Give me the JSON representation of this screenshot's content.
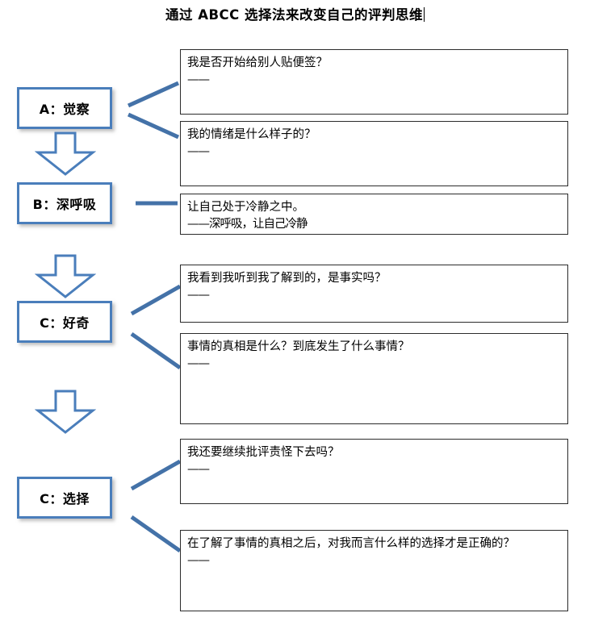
{
  "document": {
    "title": "通过 ABCC 选择法来改变自己的评判思维",
    "title_has_caret": true
  },
  "theme": {
    "accent_blue": "#4A7EBB",
    "connector_blue": "#4472A8",
    "box_border": "#2B2B2B",
    "page_background": "#FFFFFF",
    "text_color": "#000000"
  },
  "stages": [
    {
      "id": "a-awareness",
      "label": "A：觉察"
    },
    {
      "id": "b-deep-breath",
      "label": "B：深呼吸"
    },
    {
      "id": "c-curiosity",
      "label": "C：好奇"
    },
    {
      "id": "c-choice",
      "label": "C：选择"
    }
  ],
  "arrows": [
    {
      "id": "arrow-a-to-b",
      "direction": "down"
    },
    {
      "id": "arrow-b-to-c",
      "direction": "down"
    },
    {
      "id": "arrow-c-to-c",
      "direction": "down"
    }
  ],
  "prompts": [
    {
      "id": "prompt-labeling",
      "stage": "a-awareness",
      "lines": [
        "我是否开始给别人贴便签？",
        "——"
      ]
    },
    {
      "id": "prompt-emotion",
      "stage": "a-awareness",
      "lines": [
        "我的情绪是什么样子的？",
        "——"
      ]
    },
    {
      "id": "prompt-calm",
      "stage": "b-deep-breath",
      "lines": [
        "让自己处于冷静之中。",
        "——深呼吸，让自己冷静"
      ]
    },
    {
      "id": "prompt-is-it-fact",
      "stage": "c-curiosity",
      "lines": [
        "我看到我听到我了解到的，是事实吗？",
        "——"
      ]
    },
    {
      "id": "prompt-truth",
      "stage": "c-curiosity",
      "lines": [
        "事情的真相是什么？到底发生了什么事情？",
        "——"
      ]
    },
    {
      "id": "prompt-keep-blaming",
      "stage": "c-choice",
      "lines": [
        "我还要继续批评责怪下去吗？",
        "——"
      ]
    },
    {
      "id": "prompt-right-choice",
      "stage": "c-choice",
      "lines": [
        "在了解了事情的真相之后，对我而言什么样的选择才是正确的？",
        "——"
      ]
    }
  ]
}
